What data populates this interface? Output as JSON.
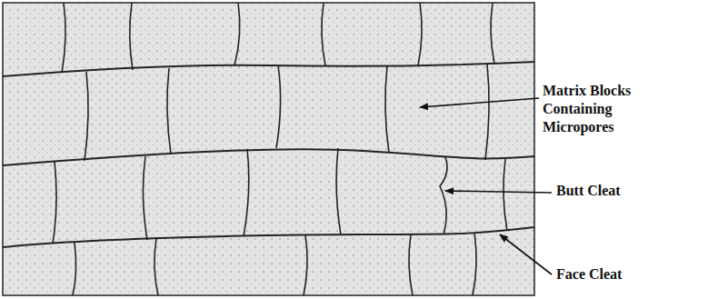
{
  "diagram": {
    "labels": [
      "Matrix Blocks Containing Micropores",
      "Butt Cleat",
      "Face Cleat"
    ]
  }
}
